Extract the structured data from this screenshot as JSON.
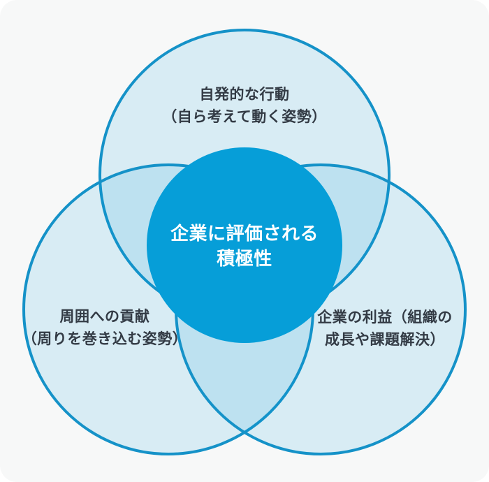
{
  "diagram": {
    "type": "venn",
    "circle_count": 3,
    "colors": {
      "page_background": "#ffffff",
      "panel_background": "#f7f8f8",
      "circle_stroke": "#1592c8",
      "circle_fill_tint": "rgba(6,158,216,0.13)",
      "overlap_tint": "#b9e0ee",
      "center_circle_fill": "#069ed8",
      "label_text": "#333b45",
      "center_label_text": "#ffffff"
    },
    "circles": {
      "top": {
        "line1": "自発的な行動",
        "line2": "（自ら考えて動く姿勢）"
      },
      "bottom_left": {
        "line1": "周囲への貢献",
        "line2": "（周りを巻き込む姿勢）"
      },
      "bottom_right": {
        "line1": "企業の利益（組織の",
        "line2": "成長や課題解決）"
      },
      "center": {
        "line1": "企業に評価される",
        "line2": "積極性"
      }
    }
  }
}
